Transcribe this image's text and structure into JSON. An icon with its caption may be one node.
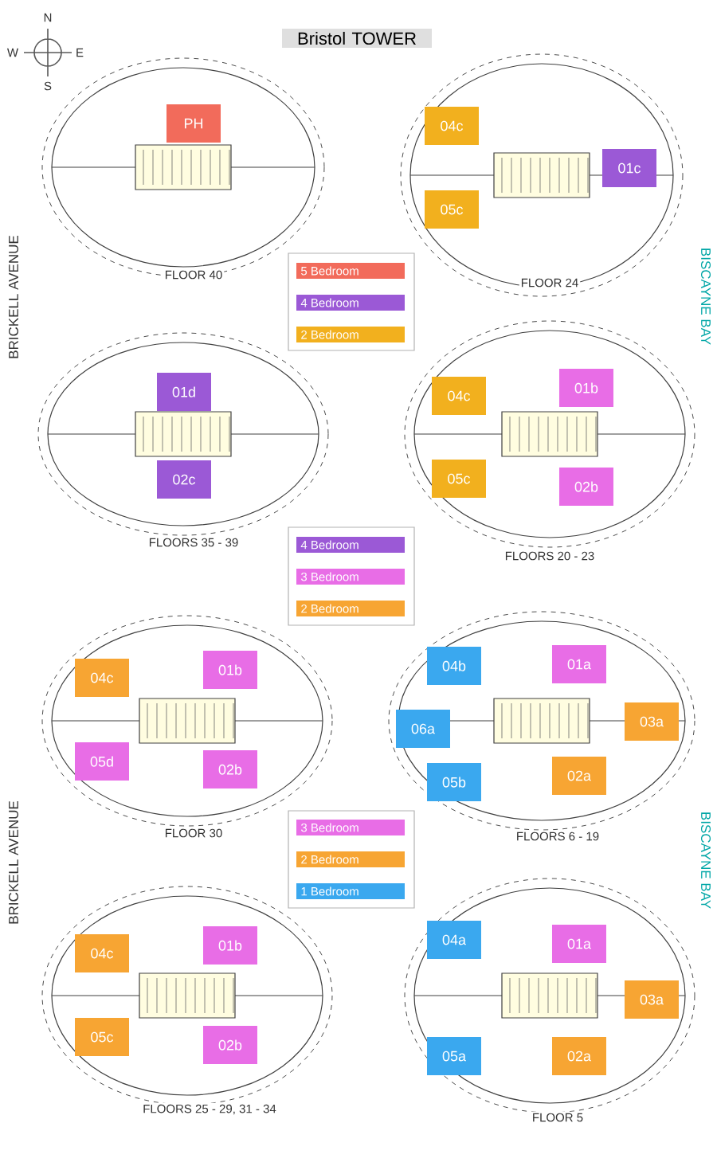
{
  "diagram": {
    "title": "Bristol TOWER",
    "nodes": [
      {
        "text": [
          "PH"
        ]
      },
      {
        "text": [
          "04c"
        ]
      },
      {
        "text": [
          "01c"
        ]
      },
      {
        "text": [
          "05c"
        ]
      },
      {
        "text": [
          "01d"
        ]
      },
      {
        "text": [
          "02c"
        ]
      },
      {
        "text": [
          "04c"
        ]
      },
      {
        "text": [
          "01b"
        ]
      },
      {
        "text": [
          "05c"
        ]
      },
      {
        "text": [
          "02b"
        ]
      },
      {
        "text": [
          "04c"
        ]
      },
      {
        "text": [
          "01b"
        ]
      },
      {
        "text": [
          "05d"
        ]
      },
      {
        "text": [
          "02b"
        ]
      },
      {
        "text": [
          "04b"
        ]
      },
      {
        "text": [
          "01a"
        ]
      },
      {
        "text": [
          "06a"
        ]
      },
      {
        "text": [
          "03a"
        ]
      },
      {
        "text": [
          "05b"
        ]
      },
      {
        "text": [
          "02a"
        ]
      },
      {
        "text": [
          "04c"
        ]
      },
      {
        "text": [
          "01b"
        ]
      },
      {
        "text": [
          "05c"
        ]
      },
      {
        "text": [
          "02b"
        ]
      },
      {
        "text": [
          "04a"
        ]
      },
      {
        "text": [
          "01a"
        ]
      },
      {
        "text": [
          "03a"
        ]
      },
      {
        "text": [
          "05a"
        ]
      },
      {
        "text": [
          "02a"
        ]
      }
    ],
    "labels": [
      "N",
      "W",
      "E",
      "S",
      "FLOOR 40",
      "FLOOR 24",
      "BRICKELL AVENUE",
      "BISCAYNE BAY",
      "FLOORS 35 - 39",
      "FLOORS 20 - 23",
      "FLOOR 30",
      "FLOORS 6 - 19",
      "BRICKELL AVENUE",
      "BISCAYNE BAY",
      "FLOORS 25 - 29, 31 - 34",
      "FLOOR 5"
    ],
    "legend": [
      {
        "text": "5 Bedroom",
        "color": "#f26b5b"
      },
      {
        "text": "4 Bedroom",
        "color": "#9b59d6"
      },
      {
        "text": "2 Bedroom",
        "color": "#f2b01e"
      },
      {
        "text": "4 Bedroom",
        "color": "#9b59d6"
      },
      {
        "text": "3 Bedroom",
        "color": "#e86de6"
      },
      {
        "text": "2 Bedroom",
        "color": "#f7a533"
      },
      {
        "text": "3 Bedroom",
        "color": "#e86de6"
      },
      {
        "text": "2 Bedroom",
        "color": "#f7a533"
      },
      {
        "text": "1 Bedroom",
        "color": "#3aa8ef"
      }
    ]
  }
}
